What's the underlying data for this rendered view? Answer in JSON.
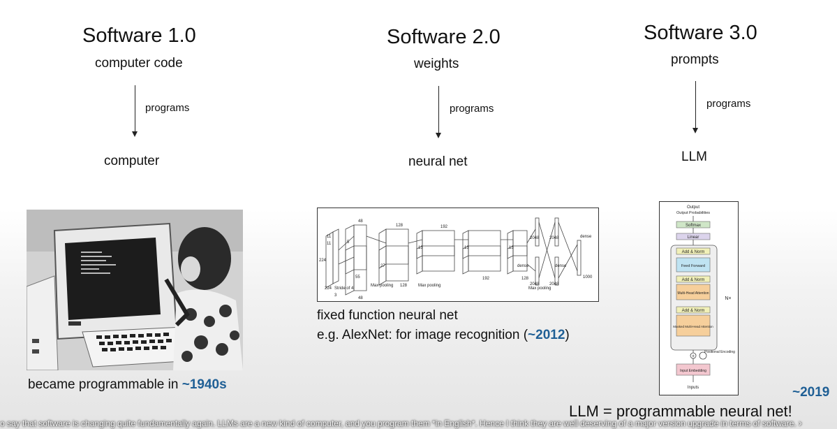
{
  "columns": [
    {
      "title": "Software 1.0",
      "source": "computer code",
      "edge_label": "programs",
      "target": "computer"
    },
    {
      "title": "Software 2.0",
      "source": "weights",
      "edge_label": "programs",
      "target": "neural net"
    },
    {
      "title": "Software 3.0",
      "source": "prompts",
      "edge_label": "programs",
      "target": "LLM"
    }
  ],
  "captions": {
    "col1": {
      "prefix": "became programmable in ",
      "highlight": "~1940s"
    },
    "col2_line1": "fixed function neural net",
    "col2_line2": {
      "prefix": "e.g. AlexNet: for image recognition (",
      "highlight": "~2012",
      "suffix": ")"
    },
    "col3_year": "~2019",
    "conclusion": "LLM = programmable neural net!"
  },
  "alexnet_labels": {
    "n224a": "224",
    "n224b": "224",
    "n11a": "11",
    "n11b": "11",
    "stride": "Stride of 4",
    "n3a": "3",
    "n55": "55",
    "n48a": "48",
    "n48b": "48",
    "n5": "5",
    "n27": "27",
    "n128a": "128",
    "n128b": "128",
    "n13a": "13",
    "n13b": "13",
    "n13c": "13",
    "n192a": "192",
    "n192b": "192",
    "n128c": "128",
    "n2048a": "2048",
    "n2048b": "2048",
    "n2048c": "2048",
    "n2048d": "2048",
    "maxpool1": "Max pooling",
    "maxpool2": "Max pooling",
    "maxpool3": "Max pooling",
    "dense1": "dense",
    "dense2": "dense",
    "dense3": "dense",
    "n1000": "1000"
  },
  "transformer_labels": {
    "output_probs": "Output Probabilities",
    "softmax": "Softmax",
    "linear": "Linear",
    "add_norm_1": "Add & Norm",
    "feed_forward": "Feed Forward",
    "add_norm_2": "Add & Norm",
    "mha": "Multi-Head Attention",
    "nx": "N×",
    "add_norm_3": "Add & Norm",
    "masked_mha": "Masked Multi-Head Attention",
    "positional": "Positional Encoding",
    "input_embedding": "Input Embedding",
    "inputs": "Inputs"
  },
  "subtitle": {
    "text": "o say that software is changing quite fundamentally again. LLMs are a new kind of computer, and you program them *in English*. Hence I think they are well deserving of a major version upgrade in terms of software.",
    "more": "›"
  },
  "colors": {
    "highlight": "#1f5f95",
    "background": "#ffffff"
  }
}
